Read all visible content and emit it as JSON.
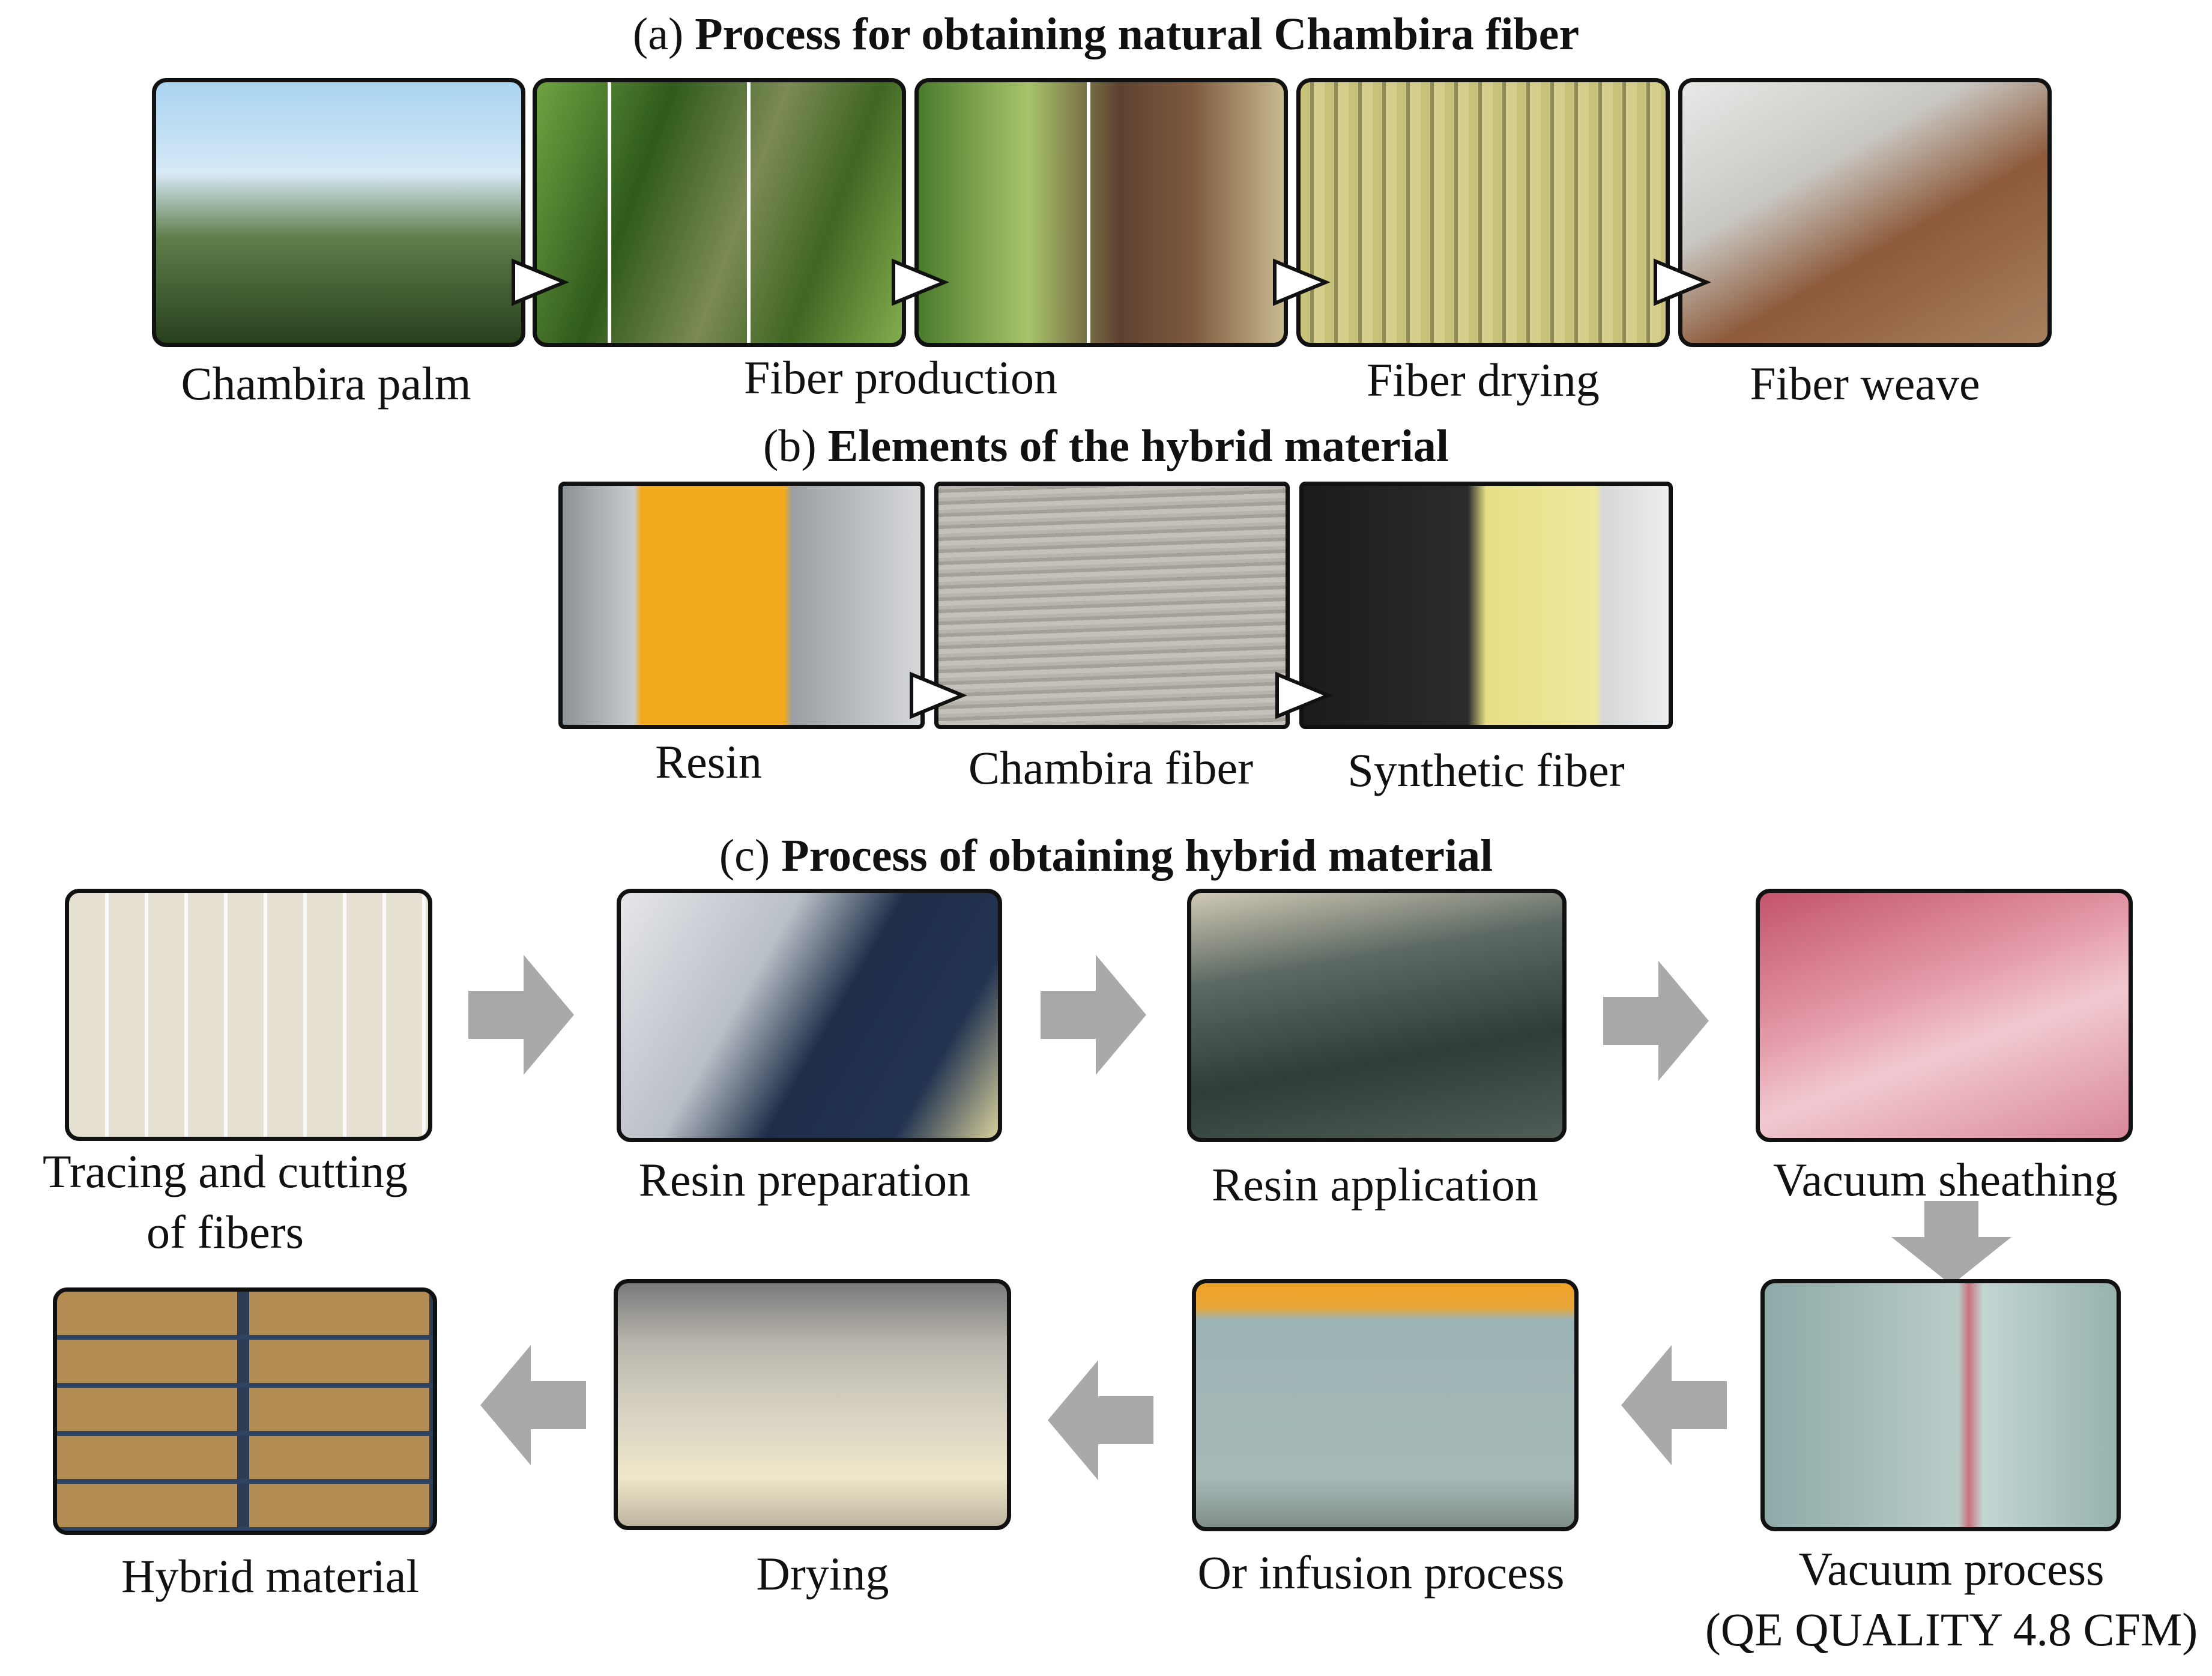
{
  "panel_a": {
    "title_prefix": "(a) ",
    "title_bold": "Process for obtaining natural Chambira fiber",
    "captions": [
      "Chambira palm",
      "Fiber production",
      "Fiber drying",
      "Fiber weave"
    ]
  },
  "panel_b": {
    "title_prefix": "(b) ",
    "title_bold": "Elements of the hybrid material",
    "captions": [
      "Resin",
      "Chambira fiber",
      "Synthetic fiber"
    ]
  },
  "panel_c": {
    "title_prefix": "(c) ",
    "title_bold": "Process of obtaining hybrid material",
    "captions": {
      "tracing_line1": "Tracing and cutting",
      "tracing_line2": "of fibers",
      "resin_preparation": "Resin preparation",
      "resin_application": "Resin application",
      "vacuum_sheathing": "Vacuum sheathing",
      "vacuum_process_line1": "Vacuum process",
      "vacuum_process_line2": "(QE QUALITY 4.8 CFM)",
      "infusion": "Or infusion process",
      "drying": "Drying",
      "hybrid_material": "Hybrid material"
    }
  },
  "colors": {
    "arrow": "#a9a9a9",
    "frame": "#111111",
    "triangle_fill": "#ffffff"
  }
}
